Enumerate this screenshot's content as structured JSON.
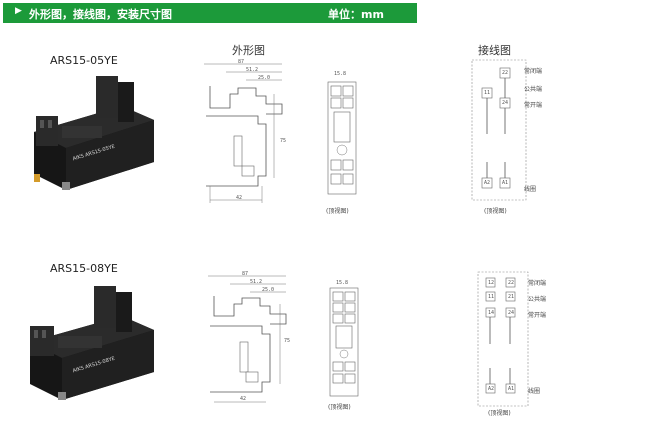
{
  "header": {
    "title": "外形图，接线图，安装尺寸图",
    "unit": "单位：mm",
    "bar_color": "#1c9a3a"
  },
  "sections": [
    {
      "model": "ARS15-05YE",
      "product_label": "AIKS  ARS15-05YE",
      "outline_title": "外形图",
      "wiring_title": "接线图",
      "front_caption": "(顶视图)",
      "wiring_caption": "(顶视图)",
      "dims": {
        "w": "87",
        "w2": "51.2",
        "w3": "25.0",
        "h": "75",
        "d": "42",
        "top": "15.8"
      },
      "terminal_labels": [
        "常闭端",
        "公共端",
        "常开端",
        "线圈"
      ],
      "terminal_ids": [
        "22",
        "11",
        "24",
        "A2",
        "A1"
      ]
    },
    {
      "model": "ARS15-08YE",
      "product_label": "AIKS  ARS15-08YE",
      "outline_title": "",
      "wiring_title": "",
      "front_caption": "(顶视图)",
      "wiring_caption": "(顶视图)",
      "dims": {
        "w": "87",
        "w2": "51.2",
        "w3": "25.0",
        "h": "75",
        "d": "42",
        "top": "15.8"
      },
      "terminal_labels": [
        "常闭端",
        "公共端",
        "常开端",
        "线圈"
      ],
      "terminal_ids": [
        "12",
        "22",
        "11",
        "21",
        "14",
        "24",
        "A2",
        "A1"
      ]
    }
  ]
}
